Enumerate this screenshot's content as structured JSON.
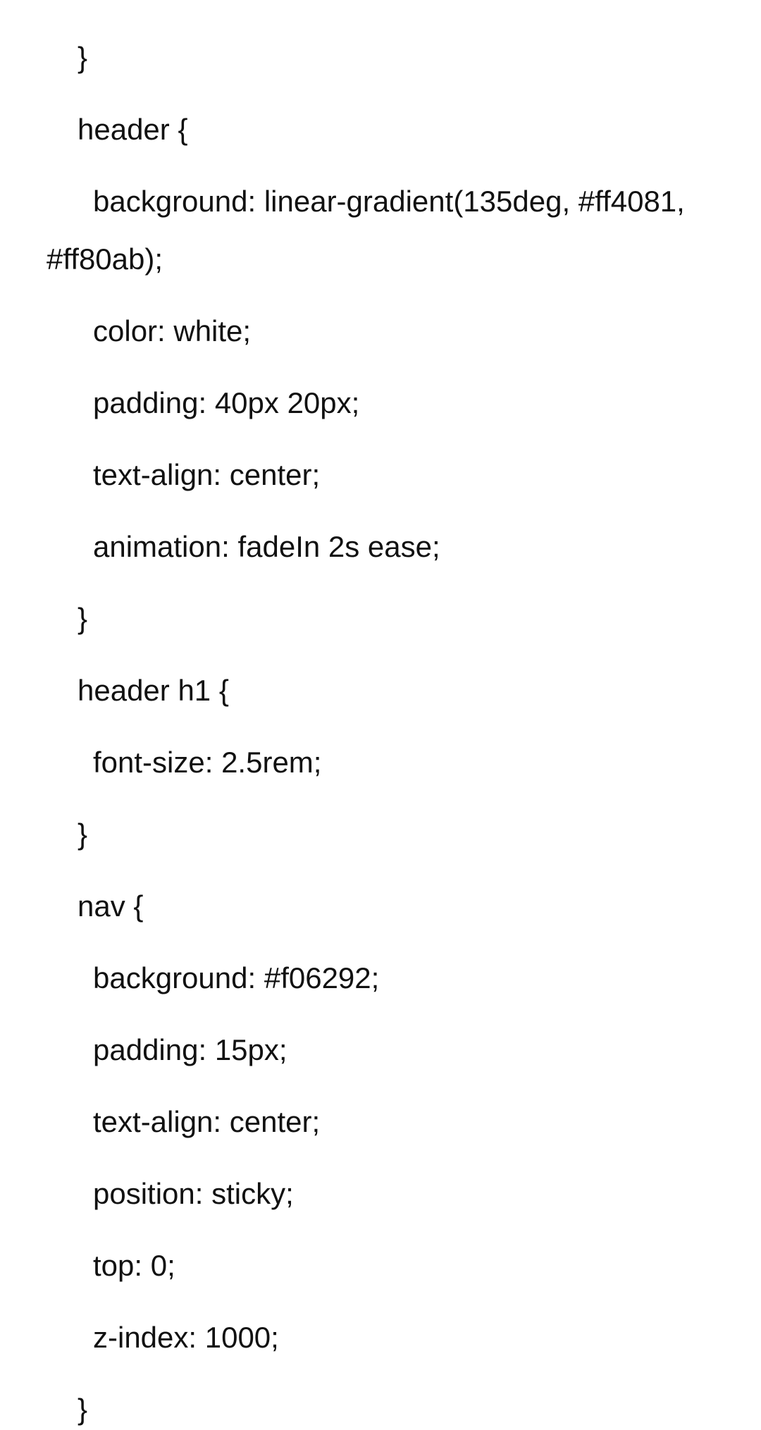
{
  "document": {
    "lines": [
      "}",
      "header {",
      "background: linear-gradient(135deg, #ff4081,",
      "#ff80ab);",
      "color: white;",
      "padding: 40px 20px;",
      "text-align: center;",
      "animation: fadeIn 2s ease;",
      "}",
      "header h1 {",
      "font-size: 2.5rem;",
      "}",
      "nav {",
      "background: #f06292;",
      "padding: 15px;",
      "text-align: center;",
      "position: sticky;",
      "top: 0;",
      "z-index: 1000;",
      "}"
    ]
  }
}
